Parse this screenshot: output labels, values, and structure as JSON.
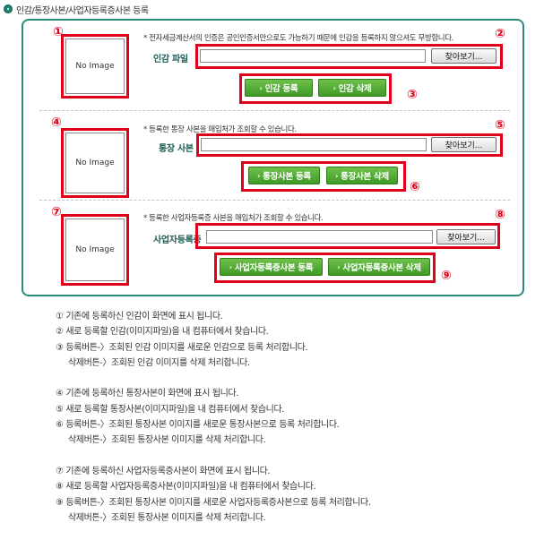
{
  "title": "인감/통장사본/사업자등록증사본 등록",
  "no_image": "No Image",
  "browse_label": "찾아보기...",
  "sections": [
    {
      "num_image": "①",
      "num_input": "②",
      "num_buttons": "③",
      "notice": "* 전자세금계산서의 인증은 공인인증서만으로도 가능하기 때문에 인감을 등록하지 않으셔도 무방합니다.",
      "label": "인감 파일",
      "file_value": "",
      "register": "인감 등록",
      "delete": "인감 삭제"
    },
    {
      "num_image": "④",
      "num_input": "⑤",
      "num_buttons": "⑥",
      "notice": "* 등록한 통장 사본을 매입처가 조회할 수 있습니다.",
      "label": "통장 사본",
      "file_value": "",
      "register": "통장사본 등록",
      "delete": "통장사본 삭제"
    },
    {
      "num_image": "⑦",
      "num_input": "⑧",
      "num_buttons": "⑨",
      "notice": "* 등록한 사업자등록증 사본을 매입처가 조회할 수 있습니다.",
      "label": "사업자등록증",
      "file_value": "",
      "register": "사업자등록증사본 등록",
      "delete": "사업자등록증사본 삭제"
    }
  ],
  "instructions": [
    "① 기존에 등록하신 인감이 화면에 표시 됩니다.",
    "② 새로 등록할 인감(이미지파일)을 내 컴퓨터에서 찾습니다.",
    "③ 등록버튼-〉조회된 인감 이미지를 새로운 인감으로 등록 처리합니다.",
    "    삭제버튼-〉조회된 인감 이미지를 삭제 처리합니다.",
    "",
    "④ 기존에 등록하신 통장사본이 화면에 표시 됩니다.",
    "⑤ 새로 등록할 통장사본(이미지파일)을 내 컴퓨터에서 찾습니다.",
    "⑥ 등록버튼-〉조회된 통장사본 이미지를 새로운 통장사본으로 등록 처리합니다.",
    "    삭제버튼-〉조회된 통장사본 이미지를 삭제 처리합니다.",
    "",
    "⑦ 기존에 등록하신 사업자등록증사본이 화면에 표시 됩니다.",
    "⑧ 새로 등록할 사업자등록증사본(이미지파일)을 내 컴퓨터에서 찾습니다.",
    "⑨ 등록버튼-〉조회된 통장사본 이미지를 새로운 사업자등록증사본으로 등록 처리합니다.",
    "    삭제버튼-〉조회된 통장사본 이미지를 삭제 처리합니다."
  ]
}
